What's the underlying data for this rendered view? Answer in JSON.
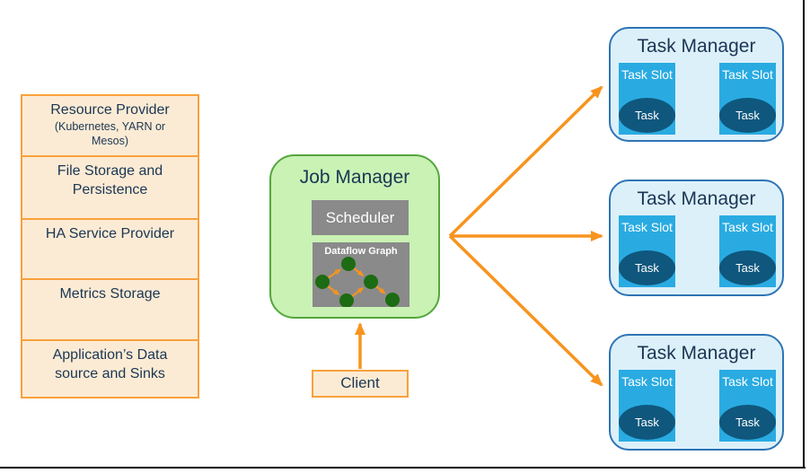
{
  "left_stack": [
    {
      "lines": [
        "Resource Provider"
      ],
      "sublines": [
        "(Kubernetes, YARN or",
        "Mesos)"
      ]
    },
    {
      "lines": [
        "File Storage and",
        "Persistence"
      ]
    },
    {
      "lines": [
        "HA Service Provider"
      ]
    },
    {
      "lines": [
        "Metrics Storage"
      ]
    },
    {
      "lines": [
        "Application’s Data",
        "source and Sinks"
      ]
    }
  ],
  "job_manager": {
    "title": "Job Manager",
    "scheduler_label": "Scheduler",
    "dataflow_label": "Dataflow Graph"
  },
  "client": {
    "label": "Client"
  },
  "task_managers": [
    {
      "title": "Task Manager",
      "slots": [
        {
          "label": "Task Slot",
          "task": "Task"
        },
        {
          "label": "Task Slot",
          "task": "Task"
        }
      ]
    },
    {
      "title": "Task Manager",
      "slots": [
        {
          "label": "Task Slot",
          "task": "Task"
        },
        {
          "label": "Task Slot",
          "task": "Task"
        }
      ]
    },
    {
      "title": "Task Manager",
      "slots": [
        {
          "label": "Task Slot",
          "task": "Task"
        },
        {
          "label": "Task Slot",
          "task": "Task"
        }
      ]
    }
  ],
  "colors": {
    "orange_border": "#F9A13C",
    "peach_fill": "#FCEBD4",
    "green_fill": "#C9F2B4",
    "green_border": "#55A63F",
    "gray_panel": "#8A8A8A",
    "node_green": "#1D6B13",
    "arrow_orange": "#F7941E",
    "tm_fill": "#DCF0FA",
    "tm_border": "#2E74B5",
    "slot_blue": "#29ABE2",
    "task_ellipse": "#0F577D",
    "navy_text": "#1B3654"
  }
}
